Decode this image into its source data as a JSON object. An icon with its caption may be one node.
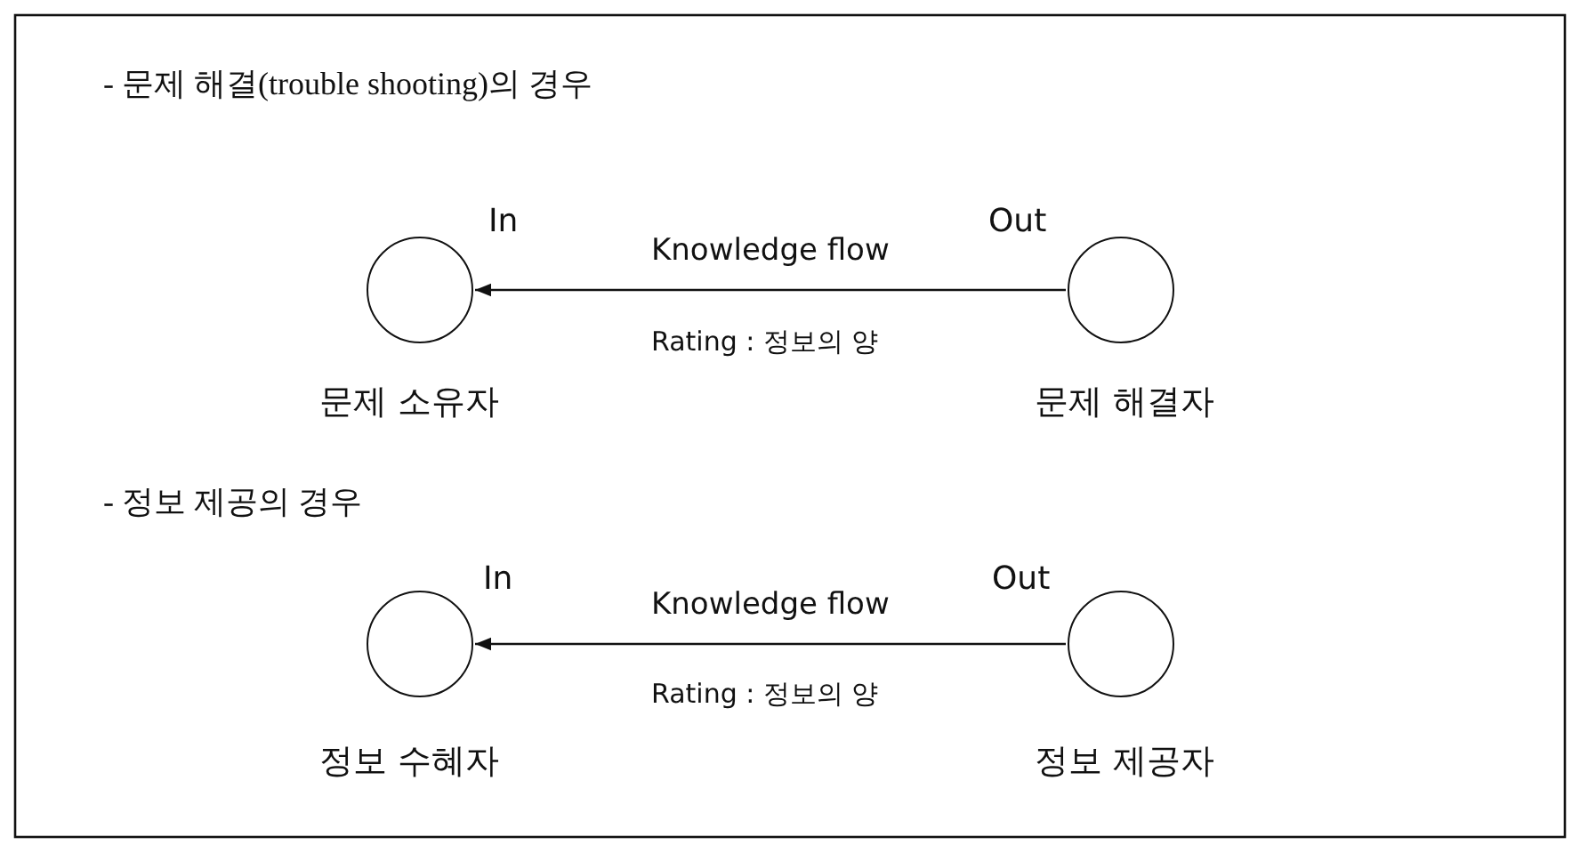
{
  "diagram": {
    "nodes": [
      {
        "text": [],
        "shape": "circle",
        "beside": [
          "In",
          "문제 소유자"
        ]
      },
      {
        "text": [],
        "shape": "circle",
        "beside": [
          "Out",
          "문제 해결자"
        ]
      },
      {
        "text": [],
        "shape": "circle",
        "beside": [
          "In",
          "정보 수혜자"
        ]
      },
      {
        "text": [],
        "shape": "circle",
        "beside": [
          "Out",
          "정보 제공자"
        ]
      }
    ],
    "edges": [
      {
        "from": 1,
        "to": 0,
        "arrow": "to",
        "label": "Knowledge flow"
      },
      {
        "from": 3,
        "to": 2,
        "arrow": "to",
        "label": "Knowledge flow"
      }
    ],
    "labels": [
      "- 문제 해결(trouble shooting)의 경우",
      "Rating : 정보의 양",
      "- 정보 제공의 경우",
      "Rating : 정보의 양"
    ]
  }
}
